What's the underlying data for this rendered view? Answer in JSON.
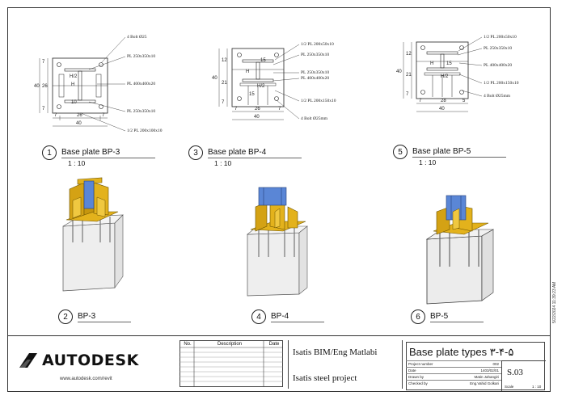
{
  "views": [
    {
      "number": "1",
      "title": "Base plate BP-3",
      "scale": "1 : 10"
    },
    {
      "number": "3",
      "title": "Base plate BP-4",
      "scale": "1 : 10"
    },
    {
      "number": "5",
      "title": "Base plate BP-5",
      "scale": "1 : 10"
    },
    {
      "number": "2",
      "title": "BP-3"
    },
    {
      "number": "4",
      "title": "BP-4"
    },
    {
      "number": "6",
      "title": "BP-5"
    }
  ],
  "bp3_notes": [
    "4 Bolt Ø25",
    "PL 250x350x10",
    "PL 400x400x20",
    "PL 250x350x10",
    "1/2 PL 200x100x10"
  ],
  "bp3_dims": {
    "total": "40",
    "left": "7",
    "mid": "26",
    "right": "7",
    "h_total": "40",
    "h_mid": "26",
    "h_top": "7",
    "h_bot": "7",
    "h": "H",
    "h2": "H/2",
    "tf": "10"
  },
  "bp4_notes": [
    "1/2 PL 200x50x10",
    "PL 250x350x10",
    "PL 250x350x10",
    "PL 400x400x20",
    "1/2 PL 200x150x10",
    "4 Bolt Ø25mm"
  ],
  "bp4_dims": {
    "total": "40",
    "left": "7",
    "mid": "26",
    "right": "7",
    "h_total": "40",
    "h_a": "12",
    "h_b": "21",
    "h_c": "7",
    "h": "H",
    "h2": "H/2",
    "a": "15",
    "b": "15"
  },
  "bp5_notes": [
    "1/2 PL 200x50x10",
    "PL 250x350x10",
    "PL 400x400x20",
    "1/2 PL 200x150x10",
    "4 Bolt Ø25mm"
  ],
  "bp5_dims": {
    "total": "40",
    "left": "7",
    "mid": "28",
    "right": "5",
    "h_total": "40",
    "h_a": "12",
    "h_b": "21",
    "h_c": "7",
    "h": "H",
    "h2": "H/2",
    "a": "15"
  },
  "logo": {
    "text": "AUTODESK",
    "url": "www.autodesk.com/revit"
  },
  "revision_table": {
    "headers": [
      "No.",
      "Description",
      "Date"
    ]
  },
  "project": {
    "line1": "Isatis BIM/Eng Matlabi",
    "line2": "Isatis steel project"
  },
  "sheet": {
    "title": "Base plate types ۳-۴-۵",
    "number": "S.03",
    "rows": [
      {
        "label": "Project number",
        "value": "002"
      },
      {
        "label": "Date",
        "value": "1403/02/01"
      },
      {
        "label": "Drawn by",
        "value": "Matin Jahangiri"
      },
      {
        "label": "Checked by",
        "value": "Eng.Vahid Golkari"
      }
    ],
    "scale_label": "Scale",
    "scale_value": "1 : 10",
    "timestamp": "5/22/2024 11:39:23 AM"
  },
  "colors": {
    "steel": "#e3b21c",
    "column": "#5a86d6",
    "concrete": "#ececec"
  }
}
